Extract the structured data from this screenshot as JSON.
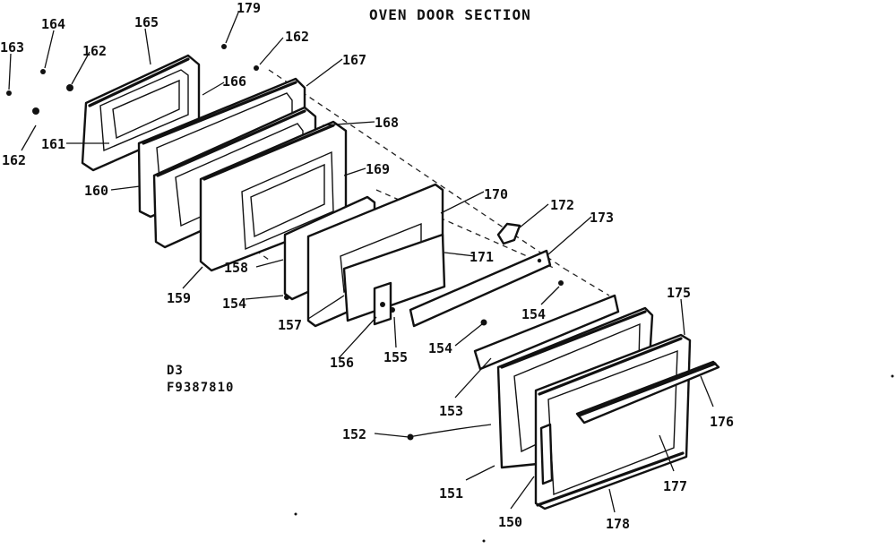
{
  "title": "OVEN DOOR SECTION",
  "codes": [
    "D3",
    "F9387810"
  ],
  "parts": [
    "150",
    "151",
    "152",
    "153",
    "154",
    "154",
    "154",
    "155",
    "156",
    "157",
    "158",
    "159",
    "160",
    "161",
    "162",
    "162",
    "162",
    "163",
    "164",
    "165",
    "166",
    "167",
    "168",
    "169",
    "170",
    "171",
    "172",
    "173",
    "175",
    "176",
    "177",
    "178",
    "179"
  ]
}
